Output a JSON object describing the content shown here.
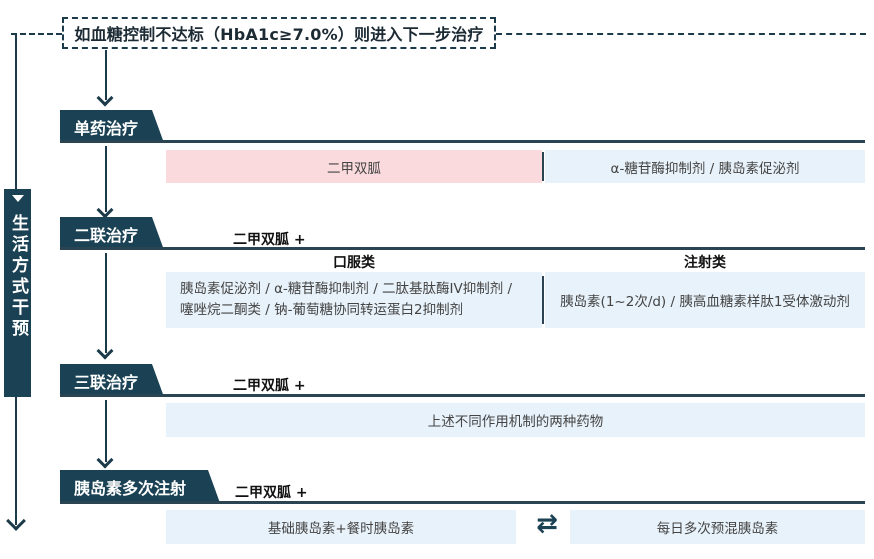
{
  "condition": {
    "label": "如血糖控制不达标（HbA1c≥7.0%）则进入下一步治疗"
  },
  "lifestyle": {
    "label": "生活方式干预"
  },
  "steps": [
    {
      "title": "单药治疗",
      "cells": [
        {
          "text": "二甲双胍",
          "highlight": "#fadadd"
        },
        {
          "text": "α-糖苷酶抑制剂 / 胰岛素促泌剂"
        }
      ]
    },
    {
      "title": "二联治疗",
      "prefix": "二甲双胍 +",
      "columns": [
        {
          "header": "口服类",
          "lines": [
            "胰岛素促泌剂 / α-糖苷酶抑制剂 / 二肽基肽酶IV抑制剂 /",
            "噻唑烷二酮类 / 钠-葡萄糖协同转运蛋白2抑制剂"
          ]
        },
        {
          "header": "注射类",
          "lines": [
            "胰岛素(1~2次/d) / 胰高血糖素样肽1受体激动剂"
          ]
        }
      ]
    },
    {
      "title": "三联治疗",
      "prefix": "二甲双胍 +",
      "cells": [
        {
          "text": "上述不同作用机制的两种药物"
        }
      ]
    },
    {
      "title": "胰岛素多次注射",
      "prefix": "二甲双胍 +",
      "cells": [
        {
          "text": "基础胰岛素+餐时胰岛素"
        },
        {
          "text": "每日多次预混胰岛素"
        }
      ],
      "connector_icon": "swap-arrows-icon",
      "connector_glyph": "⇄"
    }
  ],
  "colors": {
    "primary": "#1b4254",
    "cell_bg": "#e8f2fa",
    "highlight": "#fadadd"
  }
}
